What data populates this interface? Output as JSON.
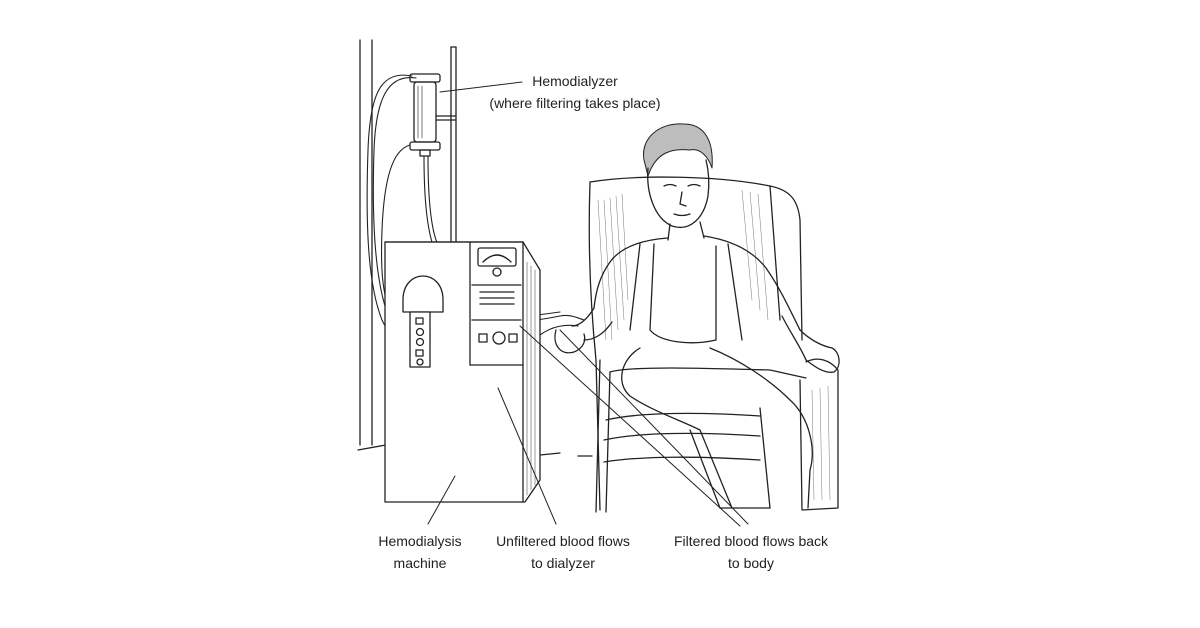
{
  "labels": {
    "hemodialyzer": {
      "line1": "Hemodialyzer",
      "line2": "(where filtering takes place)"
    },
    "machine": {
      "line1": "Hemodialysis",
      "line2": "machine"
    },
    "unfiltered": {
      "line1": "Unfiltered blood flows",
      "line2": "to dialyzer"
    },
    "filtered": {
      "line1": "Filtered blood flows back",
      "line2": "to body"
    }
  },
  "colors": {
    "ink": "#222222",
    "paper": "#ffffff",
    "shade": "#bdbdbd"
  }
}
